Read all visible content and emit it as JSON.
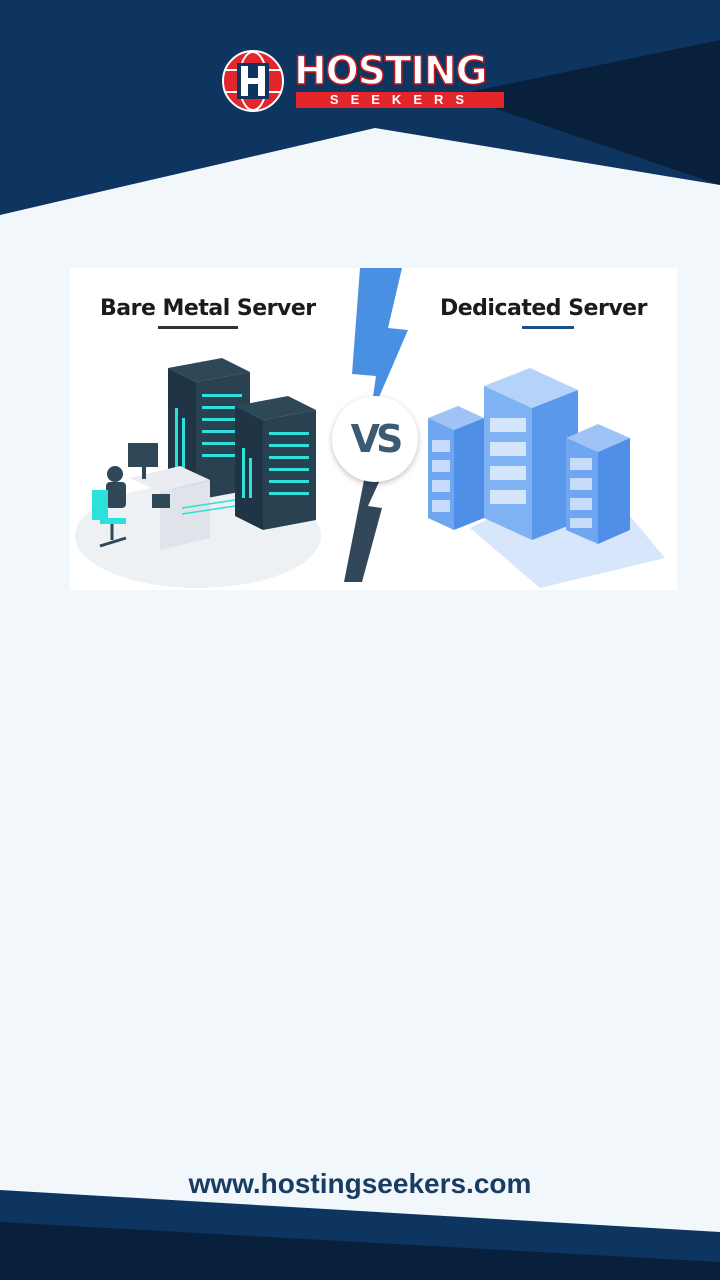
{
  "brand": {
    "logo_text": "HOSTING",
    "logo_subtext": "SEEKERS"
  },
  "banner": {
    "left_title": "Bare Metal Server",
    "right_title": "Dedicated Server",
    "vs_label": "VS"
  },
  "footer": {
    "url": "www.hostingseekers.com"
  },
  "colors": {
    "navy": "#0d3560",
    "dark_navy": "#08203b",
    "background": "#f1f7fb",
    "brand_red": "#e3262b",
    "url_text": "#1a3c63"
  }
}
